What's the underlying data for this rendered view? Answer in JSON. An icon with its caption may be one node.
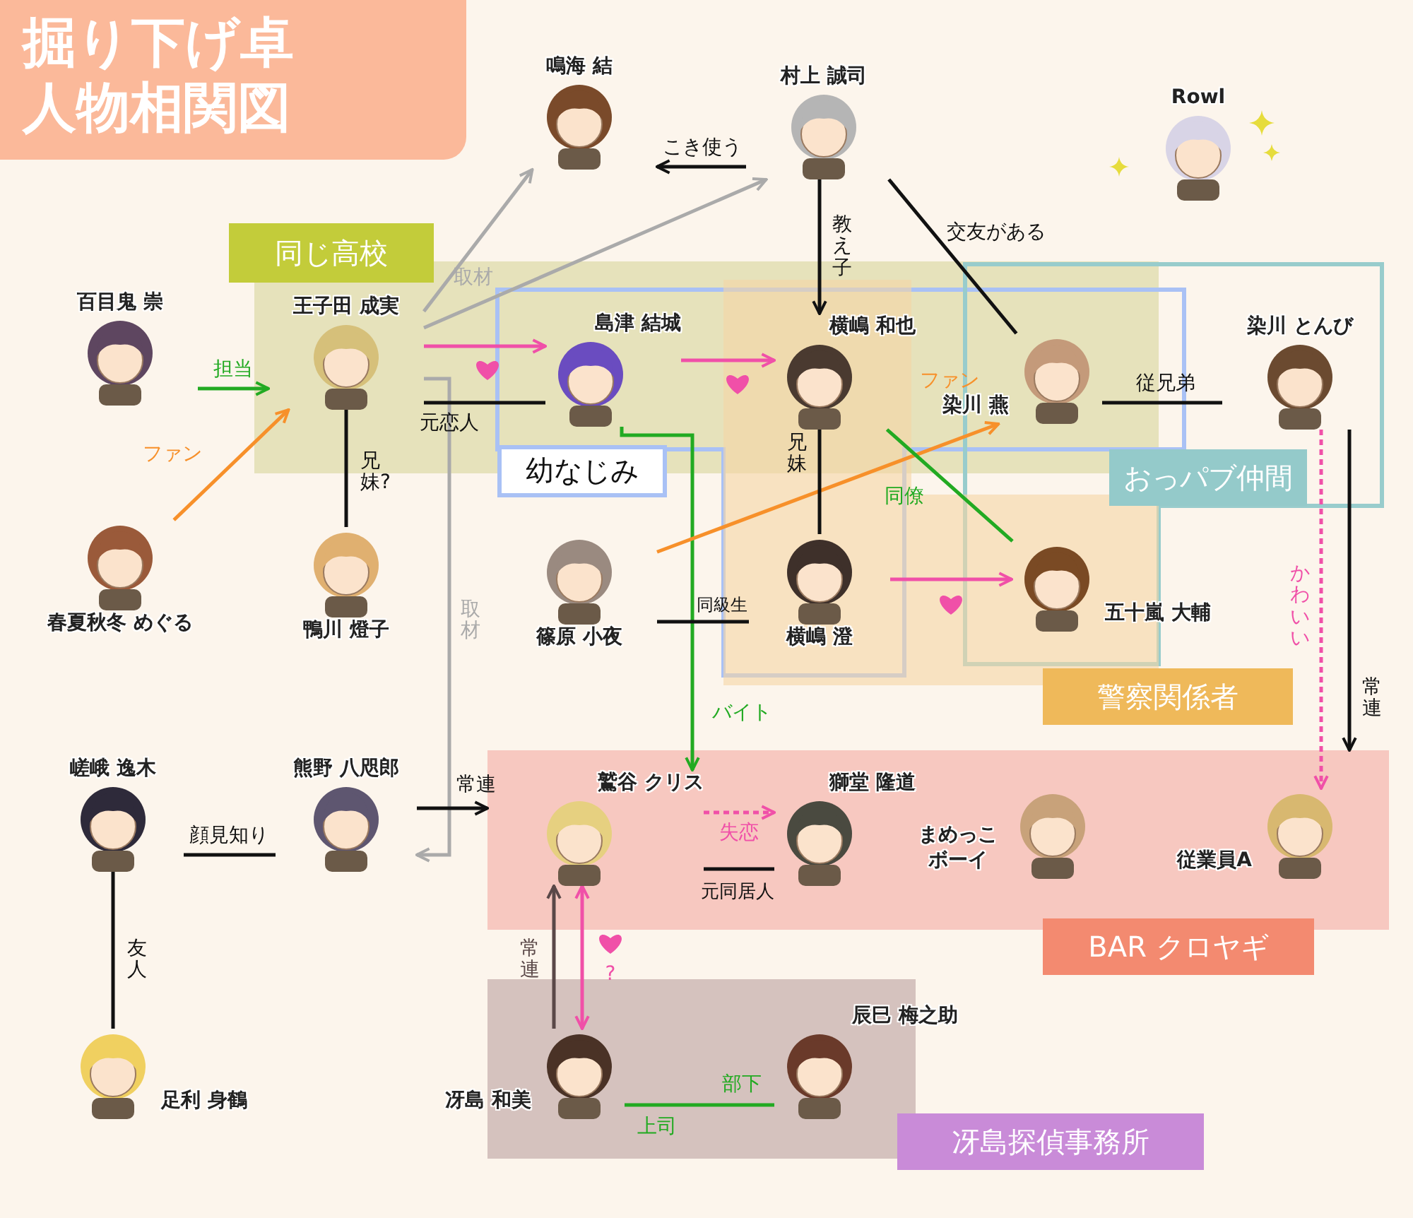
{
  "diagram": {
    "title": "掘り下げ卓人物相関図",
    "nodes": [
      {
        "text": [
          "同じ高校"
        ]
      },
      {
        "text": [
          "鳴海 結"
        ]
      },
      {
        "text": [
          "村上 誠司"
        ]
      },
      {
        "text": [
          "Rowl"
        ]
      },
      {
        "text": [
          "百目鬼 崇"
        ]
      },
      {
        "text": [
          "王子田 成実"
        ]
      },
      {
        "text": [
          "島津 結城"
        ]
      },
      {
        "text": [
          "横嶋 和也"
        ]
      },
      {
        "text": [
          "染川 燕"
        ]
      },
      {
        "text": [
          "染川 とんび"
        ]
      },
      {
        "text": [
          "幼なじみ"
        ]
      },
      {
        "text": [
          "おっパブ仲間"
        ]
      },
      {
        "text": [
          "春夏秋冬 めぐる"
        ]
      },
      {
        "text": [
          "鴨川 燈子"
        ]
      },
      {
        "text": [
          "篠原 小夜"
        ]
      },
      {
        "text": [
          "横嶋 澄"
        ]
      },
      {
        "text": [
          "五十嵐 大輔"
        ]
      },
      {
        "text": [
          "警察関係者"
        ]
      },
      {
        "text": [
          "BAR クロヤギ"
        ]
      },
      {
        "text": [
          "嵯峨 逸木"
        ]
      },
      {
        "text": [
          "熊野 八咫郎"
        ]
      },
      {
        "text": [
          "鷲谷 クリス"
        ],
        "in": 18
      },
      {
        "text": [
          "獅堂 隆道"
        ],
        "in": 18
      },
      {
        "text": [
          "まめっこボーイ"
        ],
        "in": 18
      },
      {
        "text": [
          "従業員A"
        ],
        "in": 18
      },
      {
        "text": [
          "冴島探偵事務所"
        ]
      },
      {
        "text": [
          "足利 身鶴"
        ]
      },
      {
        "text": [
          "冴島 和美"
        ],
        "in": 25
      },
      {
        "text": [
          "辰巳 梅之助"
        ],
        "in": 25
      }
    ],
    "edges": [
      {
        "from": 2,
        "to": 1,
        "arrow": "to",
        "label": "こき使う"
      },
      {
        "from": 5,
        "to": 1,
        "arrow": "to",
        "label": "取材",
        "color": "#aaaaaa"
      },
      {
        "from": 5,
        "to": 2,
        "arrow": "to",
        "color": "#aaaaaa"
      },
      {
        "from": 5,
        "to": 20,
        "arrow": "to",
        "label": "取材",
        "color": "#aaaaaa"
      },
      {
        "from": 4,
        "to": 5,
        "arrow": "to",
        "label": "担当",
        "color": "#22aa22"
      },
      {
        "from": 12,
        "to": 5,
        "arrow": "to",
        "label": "ファン",
        "color": "#f7902a"
      },
      {
        "from": 5,
        "to": 6,
        "arrow": "to",
        "color": "#f050a8"
      },
      {
        "from": 5,
        "to": 6,
        "arrow": "none",
        "label": "元恋人"
      },
      {
        "from": 5,
        "to": 13,
        "arrow": "none",
        "label": "兄妹?"
      },
      {
        "from": 6,
        "to": 7,
        "arrow": "to",
        "color": "#f050a8"
      },
      {
        "from": 6,
        "to": 21,
        "arrow": "to",
        "label": "バイト",
        "color": "#22aa22"
      },
      {
        "from": 2,
        "to": 7,
        "arrow": "to",
        "label": "教え子"
      },
      {
        "from": 2,
        "to": 8,
        "arrow": "none",
        "label": "交友がある"
      },
      {
        "from": 14,
        "to": 8,
        "arrow": "to",
        "label": "ファン",
        "color": "#f7902a"
      },
      {
        "from": 7,
        "to": 15,
        "arrow": "none",
        "label": "兄妹"
      },
      {
        "from": 7,
        "to": 16,
        "arrow": "none",
        "label": "同僚",
        "color": "#22aa22"
      },
      {
        "from": 15,
        "to": 16,
        "arrow": "to",
        "color": "#f050a8"
      },
      {
        "from": 14,
        "to": 15,
        "arrow": "none",
        "label": "同級生"
      },
      {
        "from": 8,
        "to": 9,
        "arrow": "none",
        "label": "従兄弟"
      },
      {
        "from": 9,
        "to": 24,
        "arrow": "to",
        "label": "かわいい",
        "style": "dashed",
        "color": "#f050a8"
      },
      {
        "from": 9,
        "to": 18,
        "arrow": "to",
        "label": "常連"
      },
      {
        "from": 20,
        "to": 18,
        "arrow": "to",
        "label": "常連"
      },
      {
        "from": 21,
        "to": 22,
        "arrow": "to",
        "label": "失恋",
        "style": "dashed",
        "color": "#f050a8"
      },
      {
        "from": 21,
        "to": 22,
        "arrow": "none",
        "label": "元同居人"
      },
      {
        "from": 27,
        "to": 21,
        "arrow": "to",
        "label": "常連",
        "color": "#5a4848"
      },
      {
        "from": 27,
        "to": 21,
        "arrow": "both",
        "label": "?",
        "color": "#f050a8"
      },
      {
        "from": 19,
        "to": 20,
        "arrow": "none",
        "label": "顔見知り"
      },
      {
        "from": 19,
        "to": 26,
        "arrow": "none",
        "label": "友人"
      },
      {
        "from": 27,
        "to": 28,
        "arrow": "none",
        "label": "上司",
        "color": "#22aa22"
      }
    ],
    "labels": [
      "部下"
    ]
  }
}
